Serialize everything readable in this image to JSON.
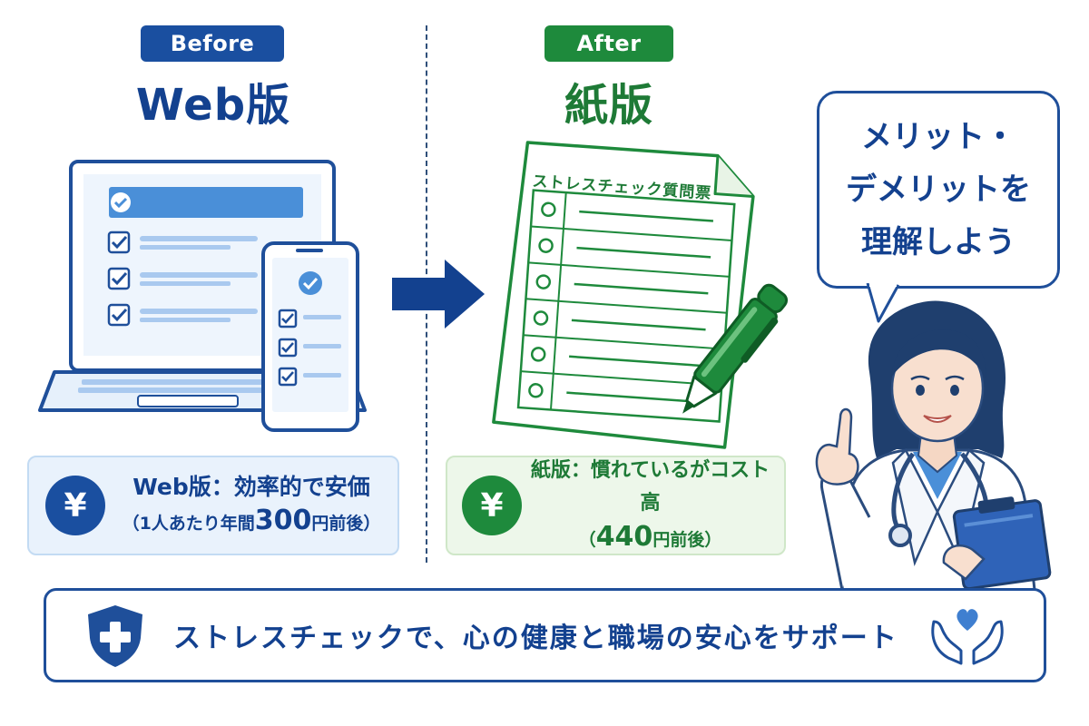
{
  "before": {
    "badge_label": "Before",
    "heading": "Web版",
    "info_line1": "Web版：効率的で安価",
    "info_line2_prefix": "（1人あたり年間",
    "info_line2_amount": "300",
    "info_line2_suffix": "円前後）"
  },
  "after": {
    "badge_label": "After",
    "heading": "紙版",
    "info_line1": "紙版：慣れているがコスト高",
    "info_line2_prefix": "（",
    "info_line2_amount": "440",
    "info_line2_suffix": "円前後）"
  },
  "questionnaire": {
    "title": "ストレスチェック質問票"
  },
  "speech": {
    "line1": "メリット・",
    "line2": "デメリットを",
    "line3": "理解しよう"
  },
  "banner": {
    "text": "ストレスチェックで、心の健康と職場の安心をサポート"
  },
  "currency_symbol": "¥",
  "colors": {
    "blue": "#1a4fa0",
    "dark_blue": "#13418f",
    "green": "#1e8a3c",
    "light_blue_bg": "#e9f2fc",
    "light_green_bg": "#edf7ea"
  },
  "icons": [
    "check-icon",
    "laptop-icon",
    "smartphone-icon",
    "arrow-right-icon",
    "paper-form-icon",
    "pen-icon",
    "yen-icon",
    "shield-plus-icon",
    "heart-hands-icon",
    "doctor-illustration"
  ]
}
